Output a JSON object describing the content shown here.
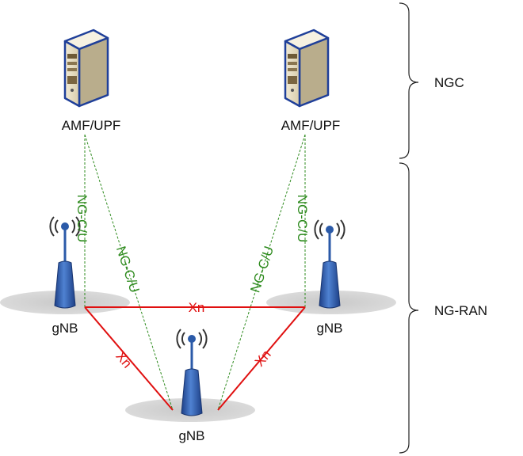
{
  "nodes": {
    "amf_left": {
      "label": "AMF/UPF",
      "icon": "server-icon"
    },
    "amf_right": {
      "label": "AMF/UPF",
      "icon": "server-icon"
    },
    "gnb_left": {
      "label": "gNB",
      "icon": "antenna-icon"
    },
    "gnb_right": {
      "label": "gNB",
      "icon": "antenna-icon"
    },
    "gnb_bottom": {
      "label": "gNB",
      "icon": "antenna-icon"
    }
  },
  "links": {
    "ng_left_vertical": "NG-C/U",
    "ng_left_diagonal": "NG-C/U",
    "ng_right_diagonal": "NG-C/U",
    "ng_right_vertical": "NG-C/U",
    "xn_top": "Xn",
    "xn_left": "Xn",
    "xn_right": "Xn"
  },
  "groups": {
    "core": "NGC",
    "ran": "NG-RAN"
  },
  "colors": {
    "ng_link": "#2e8b1e",
    "xn_link": "#e01010",
    "server_body": "#e8dfc6",
    "server_outline": "#1f3f99",
    "antenna": "#2b5aa8"
  }
}
